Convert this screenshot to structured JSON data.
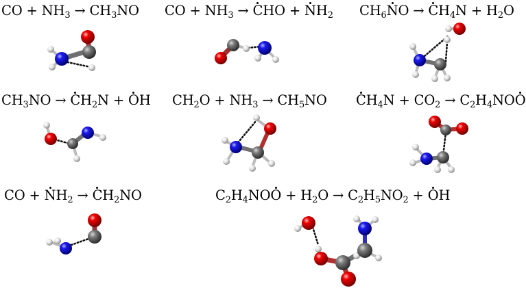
{
  "reactions": [
    {
      "id": "r1",
      "parts": [
        {
          "t": "CO + NH"
        },
        {
          "sub": "3"
        },
        {
          "t": " → CH"
        },
        {
          "sub": "3"
        },
        {
          "t": "NO"
        }
      ]
    },
    {
      "id": "r2",
      "parts": [
        {
          "t": "CO + NH"
        },
        {
          "sub": "3"
        },
        {
          "t": " → "
        },
        {
          "dot": "C"
        },
        {
          "t": "HO + "
        },
        {
          "dot": "N"
        },
        {
          "t": "H"
        },
        {
          "sub": "2"
        }
      ]
    },
    {
      "id": "r3",
      "parts": [
        {
          "t": "CH"
        },
        {
          "sub": "6"
        },
        {
          "dot": "N"
        },
        {
          "t": "O → "
        },
        {
          "dot": "C"
        },
        {
          "t": "H"
        },
        {
          "sub": "4"
        },
        {
          "t": "N + H"
        },
        {
          "sub": "2"
        },
        {
          "t": "O"
        }
      ]
    },
    {
      "id": "r4",
      "parts": [
        {
          "t": "CH"
        },
        {
          "sub": "3"
        },
        {
          "t": "NO → "
        },
        {
          "dot": "C"
        },
        {
          "t": "H"
        },
        {
          "sub": "2"
        },
        {
          "t": "N + "
        },
        {
          "dot": "O"
        },
        {
          "t": "H"
        }
      ]
    },
    {
      "id": "r5",
      "parts": [
        {
          "t": "CH"
        },
        {
          "sub": "2"
        },
        {
          "t": "O + NH"
        },
        {
          "sub": "3"
        },
        {
          "t": " → CH"
        },
        {
          "sub": "5"
        },
        {
          "t": "NO"
        }
      ]
    },
    {
      "id": "r6",
      "parts": [
        {
          "dot": "C"
        },
        {
          "t": "H"
        },
        {
          "sub": "4"
        },
        {
          "t": "N + CO"
        },
        {
          "sub": "2"
        },
        {
          "t": " → C"
        },
        {
          "sub": "2"
        },
        {
          "t": "H"
        },
        {
          "sub": "4"
        },
        {
          "t": "NO"
        },
        {
          "dot": "O"
        }
      ]
    },
    {
      "id": "r7",
      "parts": [
        {
          "t": "CO + "
        },
        {
          "dot": "N"
        },
        {
          "t": "H"
        },
        {
          "sub": "2"
        },
        {
          "t": " → "
        },
        {
          "dot": "C"
        },
        {
          "t": "H"
        },
        {
          "sub": "2"
        },
        {
          "t": "NO"
        }
      ]
    },
    {
      "id": "r8",
      "parts": [
        {
          "t": "C"
        },
        {
          "sub": "2"
        },
        {
          "t": "H"
        },
        {
          "sub": "4"
        },
        {
          "t": "NO"
        },
        {
          "dot": "O"
        },
        {
          "t": " + H"
        },
        {
          "sub": "2"
        },
        {
          "t": "O → C"
        },
        {
          "sub": "2"
        },
        {
          "t": "H"
        },
        {
          "sub": "5"
        },
        {
          "t": "NO"
        },
        {
          "sub": "2"
        },
        {
          "t": " + "
        },
        {
          "dot": "O"
        },
        {
          "t": "H"
        }
      ]
    }
  ],
  "atom_colors": {
    "C": "#6e6e6e",
    "N": "#1010e0",
    "O": "#e00000",
    "H": "#e6e6e6"
  }
}
